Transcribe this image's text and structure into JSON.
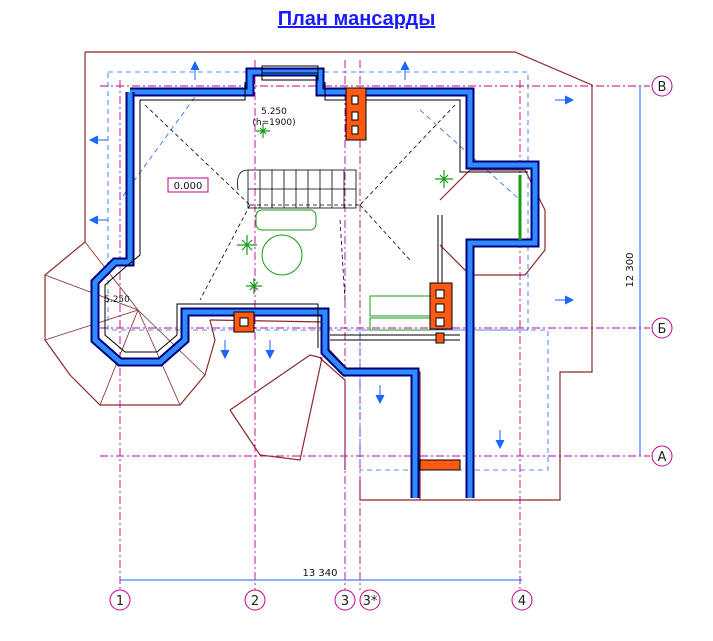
{
  "title": "План мансарды",
  "axes": {
    "rows": [
      {
        "label": "В"
      },
      {
        "label": "Б"
      },
      {
        "label": "А"
      }
    ],
    "cols": [
      {
        "label": "1"
      },
      {
        "label": "2"
      },
      {
        "label": "3"
      },
      {
        "label": "3*"
      },
      {
        "label": "4"
      }
    ]
  },
  "dimensions": {
    "width": "13 340",
    "height": "12 300"
  },
  "levels": {
    "floor": "0.000",
    "ridge": "5.250",
    "ridge_note": "(h=1900)",
    "turret": "5.250"
  },
  "colors": {
    "wall_outer": "#00007f",
    "wall_inner": "#2f8cff",
    "chimney": "#ff5a14",
    "roof_line": "#8b2a2a",
    "axis": "#c0008a",
    "dim": "#1a66ff",
    "plant": "#1a9a1a"
  }
}
